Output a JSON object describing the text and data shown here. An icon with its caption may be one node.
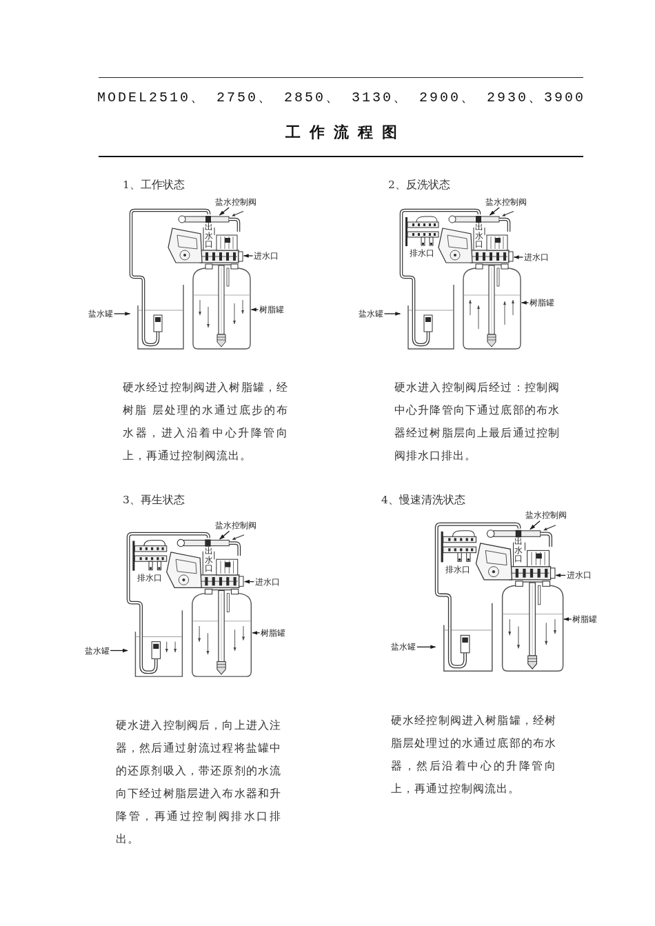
{
  "diagram": {
    "title": "MODEL2510、 2750、 2850、 3130、 2900、 2930、3900 工作流程图",
    "nodes": [
      {
        "text": [
          "盐水控制阀"
        ]
      },
      {
        "text": [],
        "shape": "picture"
      },
      {
        "text": [
          "进水口"
        ]
      },
      {
        "text": [],
        "shape": "picture"
      },
      {
        "text": [
          "树脂罐"
        ]
      },
      {
        "text": [],
        "shape": "picture"
      },
      {
        "text": [
          "盐水罐"
        ]
      },
      {
        "text": [],
        "shape": "picture"
      },
      {
        "text": [
          "盐水控制阀"
        ]
      },
      {
        "text": [],
        "shape": "picture"
      },
      {
        "text": [
          "进水口"
        ]
      },
      {
        "text": [],
        "shape": "picture"
      },
      {
        "text": [
          "树脂罐"
        ]
      },
      {
        "text": [],
        "shape": "picture"
      },
      {
        "text": [
          "盐水罐"
        ]
      },
      {
        "text": [],
        "shape": "picture"
      },
      {
        "text": [
          "盐水控制阀"
        ]
      },
      {
        "text": [],
        "shape": "picture"
      },
      {
        "text": [
          "进水口"
        ]
      },
      {
        "text": [],
        "shape": "picture"
      },
      {
        "text": [
          "树脂罐"
        ]
      },
      {
        "text": [],
        "shape": "picture"
      },
      {
        "text": [
          "盐水罐"
        ]
      },
      {
        "text": [],
        "shape": "picture"
      },
      {
        "text": [
          "盐水控制阀"
        ]
      },
      {
        "text": [],
        "shape": "picture"
      },
      {
        "text": [
          "进水口"
        ]
      },
      {
        "text": [],
        "shape": "picture"
      },
      {
        "text": [
          "树脂罐"
        ]
      },
      {
        "text": [],
        "shape": "picture"
      },
      {
        "text": [
          "盐水罐"
        ]
      },
      {
        "text": [],
        "shape": "picture"
      }
    ],
    "edges": [
      {
        "from": 0,
        "to": 1,
        "arrow": "to"
      },
      {
        "from": 2,
        "to": 3,
        "arrow": "to"
      },
      {
        "from": 4,
        "to": 5,
        "arrow": "to"
      },
      {
        "from": 6,
        "to": 7,
        "arrow": "to"
      },
      {
        "from": 8,
        "to": 9,
        "arrow": "to"
      },
      {
        "from": 10,
        "to": 11,
        "arrow": "to"
      },
      {
        "from": 12,
        "to": 13,
        "arrow": "to"
      },
      {
        "from": 14,
        "to": 15,
        "arrow": "to"
      },
      {
        "from": 16,
        "to": 17,
        "arrow": "to"
      },
      {
        "from": 18,
        "to": 19,
        "arrow": "to"
      },
      {
        "from": 20,
        "to": 21,
        "arrow": "to"
      },
      {
        "from": 22,
        "to": 23,
        "arrow": "to"
      },
      {
        "from": 24,
        "to": 25,
        "arrow": "to"
      },
      {
        "from": 26,
        "to": 27,
        "arrow": "to"
      },
      {
        "from": 28,
        "to": 29,
        "arrow": "to"
      },
      {
        "from": 30,
        "to": 31,
        "arrow": "to"
      }
    ],
    "labels": [
      "1、工作状态",
      "2、反洗状态",
      "出水口",
      "出水口",
      "排水口",
      "硬水经过控制阀进入树脂罐，经树脂 层处理的水通过底步的布水器，进入沿着中心升降管向上，再通过控制阀流出。",
      "硬水进入控制阀后经过：控制阀中心升降管向下通过底部的布水器经过树脂层向上最后通过控制阀排水口排出。",
      "3、再生状态",
      "4、慢速清洗状态",
      "出水口",
      "排水口",
      "出水口",
      "排水口",
      "硬水进入控制阀后，向上进入注器，然后通过射流过程将盐罐中的还原剂吸入，带还原剂的水流向下经过树脂层进入布水器和升降管，再通过控制阀排水口排出。",
      "硬水经控制阀进入树脂罐，经树脂层处理过的水通过底部的布水器，然后沿着中心的升降管向上，再通过控制阀流出。"
    ]
  }
}
